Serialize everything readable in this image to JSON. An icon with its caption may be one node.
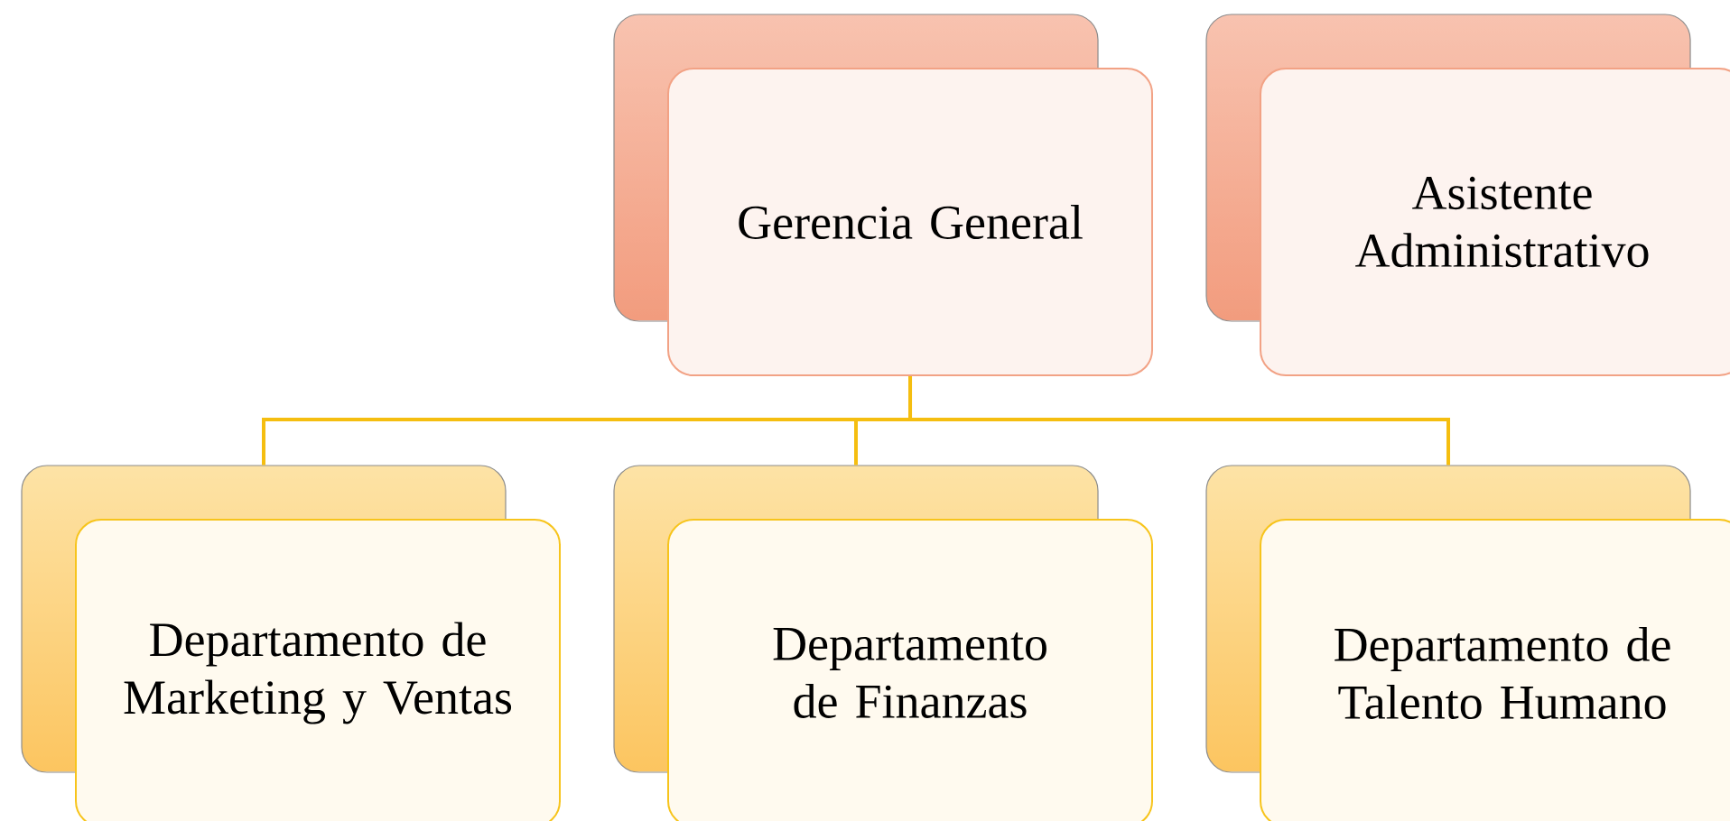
{
  "diagram": {
    "nodes": [
      {
        "text": [
          "Gerencia General"
        ]
      },
      {
        "text": [
          "Asistente Administrativo"
        ]
      },
      {
        "text": [
          "Departamento de Marketing y Ventas"
        ]
      },
      {
        "text": [
          "Departamento de Finanzas"
        ]
      },
      {
        "text": [
          "Departamento de Talento Humano"
        ]
      }
    ],
    "edges": [
      {
        "from": 0,
        "to": 2,
        "arrow": "none"
      },
      {
        "from": 0,
        "to": 3,
        "arrow": "none"
      },
      {
        "from": 0,
        "to": 4,
        "arrow": "none"
      }
    ]
  }
}
